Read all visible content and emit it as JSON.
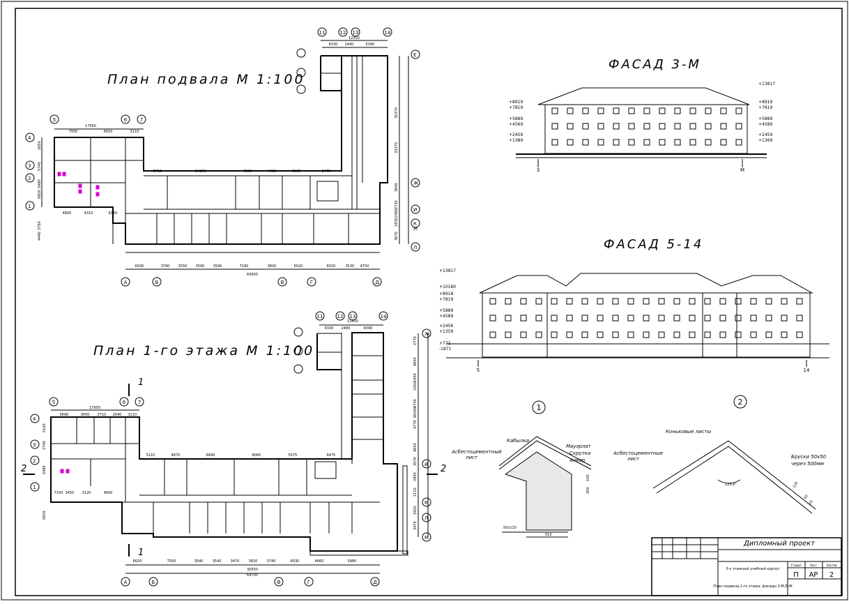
{
  "titles": {
    "basement_plan": "План подвала М 1:100",
    "first_floor_plan": "План 1-го этажа М 1:100",
    "facade_3m": "ФАСАД 3-М",
    "facade_5_14": "ФАСАД 5-14"
  },
  "axes": {
    "basement_top": [
      "11",
      "12",
      "13",
      "14"
    ],
    "basement_left": [
      "5",
      "6",
      "7"
    ],
    "basement_rows": [
      "4",
      "3",
      "2",
      "1"
    ],
    "basement_bottom": [
      "А",
      "Б",
      "В",
      "Г",
      "Д"
    ],
    "basement_right": [
      "Е",
      "Ж",
      "И",
      "К",
      "Л",
      "М"
    ],
    "floor1_top": [
      "11",
      "12",
      "13",
      "14"
    ],
    "floor1_left": [
      "5",
      "6",
      "7"
    ],
    "floor1_rows": [
      "4",
      "3",
      "2",
      "1"
    ],
    "floor1_bottom": [
      "А",
      "Б",
      "В",
      "Г",
      "Д"
    ],
    "floor1_right": [
      "Ж",
      "И",
      "К",
      "Л",
      "М"
    ],
    "facade_3m": [
      "3",
      "М"
    ],
    "facade_5_14": [
      "5",
      "14"
    ]
  },
  "dimensions": {
    "basement_wing_top": [
      "4330",
      "2490",
      "5390"
    ],
    "basement_wing_total": "12350",
    "basement_left_top": [
      "7930",
      "6910",
      "3110"
    ],
    "basement_left_total": "17950",
    "basement_corridor": [
      "5710",
      "14200",
      "4980",
      "4480",
      "6065",
      "6475"
    ],
    "basement_left_bottom": [
      "4800",
      "4310",
      "6160"
    ],
    "basement_bottom": [
      "6930",
      "3790",
      "3550",
      "3590",
      "3590",
      "7160",
      "3800",
      "6020",
      "6020",
      "3530",
      "4750"
    ],
    "basement_total": "60650",
    "basement_side": [
      "2650",
      "5740",
      "5480",
      "6920",
      "3750",
      "4440"
    ],
    "basement_right": [
      "35370",
      "33270",
      "3840",
      "2730",
      "2480",
      "1830",
      "3670"
    ],
    "floor1_wing_top": [
      "4330",
      "2480",
      "4390"
    ],
    "floor1_wing_total": "12350",
    "floor1_left_top": [
      "5690",
      "3650",
      "3710",
      "2640",
      "3110"
    ],
    "floor1_left_total": "17950",
    "floor1_corridor": [
      "5110",
      "4870",
      "8490",
      "8060",
      "5575",
      "6475"
    ],
    "floor1_left_bottom": [
      "7150",
      "3450",
      "3120",
      "4800"
    ],
    "floor1_bottom": [
      "6620",
      "7500",
      "3540",
      "3540",
      "3470",
      "3820",
      "3740",
      "6030",
      "4860",
      "5980"
    ],
    "floor1_total_a": "30550",
    "floor1_total_b": "64700",
    "floor1_side": [
      "5160",
      "2740",
      "5480",
      "6920"
    ],
    "floor1_right": [
      "2770",
      "4830",
      "2450",
      "2450",
      "4720",
      "4770",
      "4650",
      "3570",
      "2850",
      "2110",
      "2920",
      "3470",
      "38190"
    ]
  },
  "facade_3m_marks_left": [
    "+8919",
    "+7819",
    "+5889",
    "+4569",
    "+2459",
    "+1389"
  ],
  "facade_3m_marks_right": [
    "+13817",
    "+8919",
    "+7819",
    "+5889",
    "+4589",
    "+2459",
    "+1369"
  ],
  "facade_5_14_marks": [
    "+13817",
    "+10180",
    "+8918",
    "+7819",
    "+5889",
    "+4589",
    "+2456",
    "+1359",
    "+771",
    "-1871"
  ],
  "section_markers": [
    "1",
    "1",
    "2",
    "2"
  ],
  "detail1": {
    "num": "1",
    "labels": [
      "Кабылка",
      "Асбестоцементный",
      "лист",
      "Мауэрлат",
      "Скрутка",
      "Анкер"
    ],
    "dims": [
      "100",
      "200",
      "50х110",
      "510"
    ]
  },
  "detail2": {
    "num": "2",
    "labels": [
      "Коньковые листы",
      "Асбестоцементные",
      "лист",
      "Бруски 50х50",
      "через 500мм"
    ],
    "dims": [
      "120",
      "50",
      "25"
    ],
    "angle": "123,8°"
  },
  "stamp": {
    "title": "Дипломный проект",
    "subject": "3-х этажный учебный корпус",
    "sheet_desc": "План подвала,1-го этажа, фасады 3-М,Е-Ж",
    "header_cols": [
      "Стадия",
      "Лист",
      "Листов"
    ],
    "stage": "П",
    "sheet": "АР",
    "sheets": "2"
  }
}
